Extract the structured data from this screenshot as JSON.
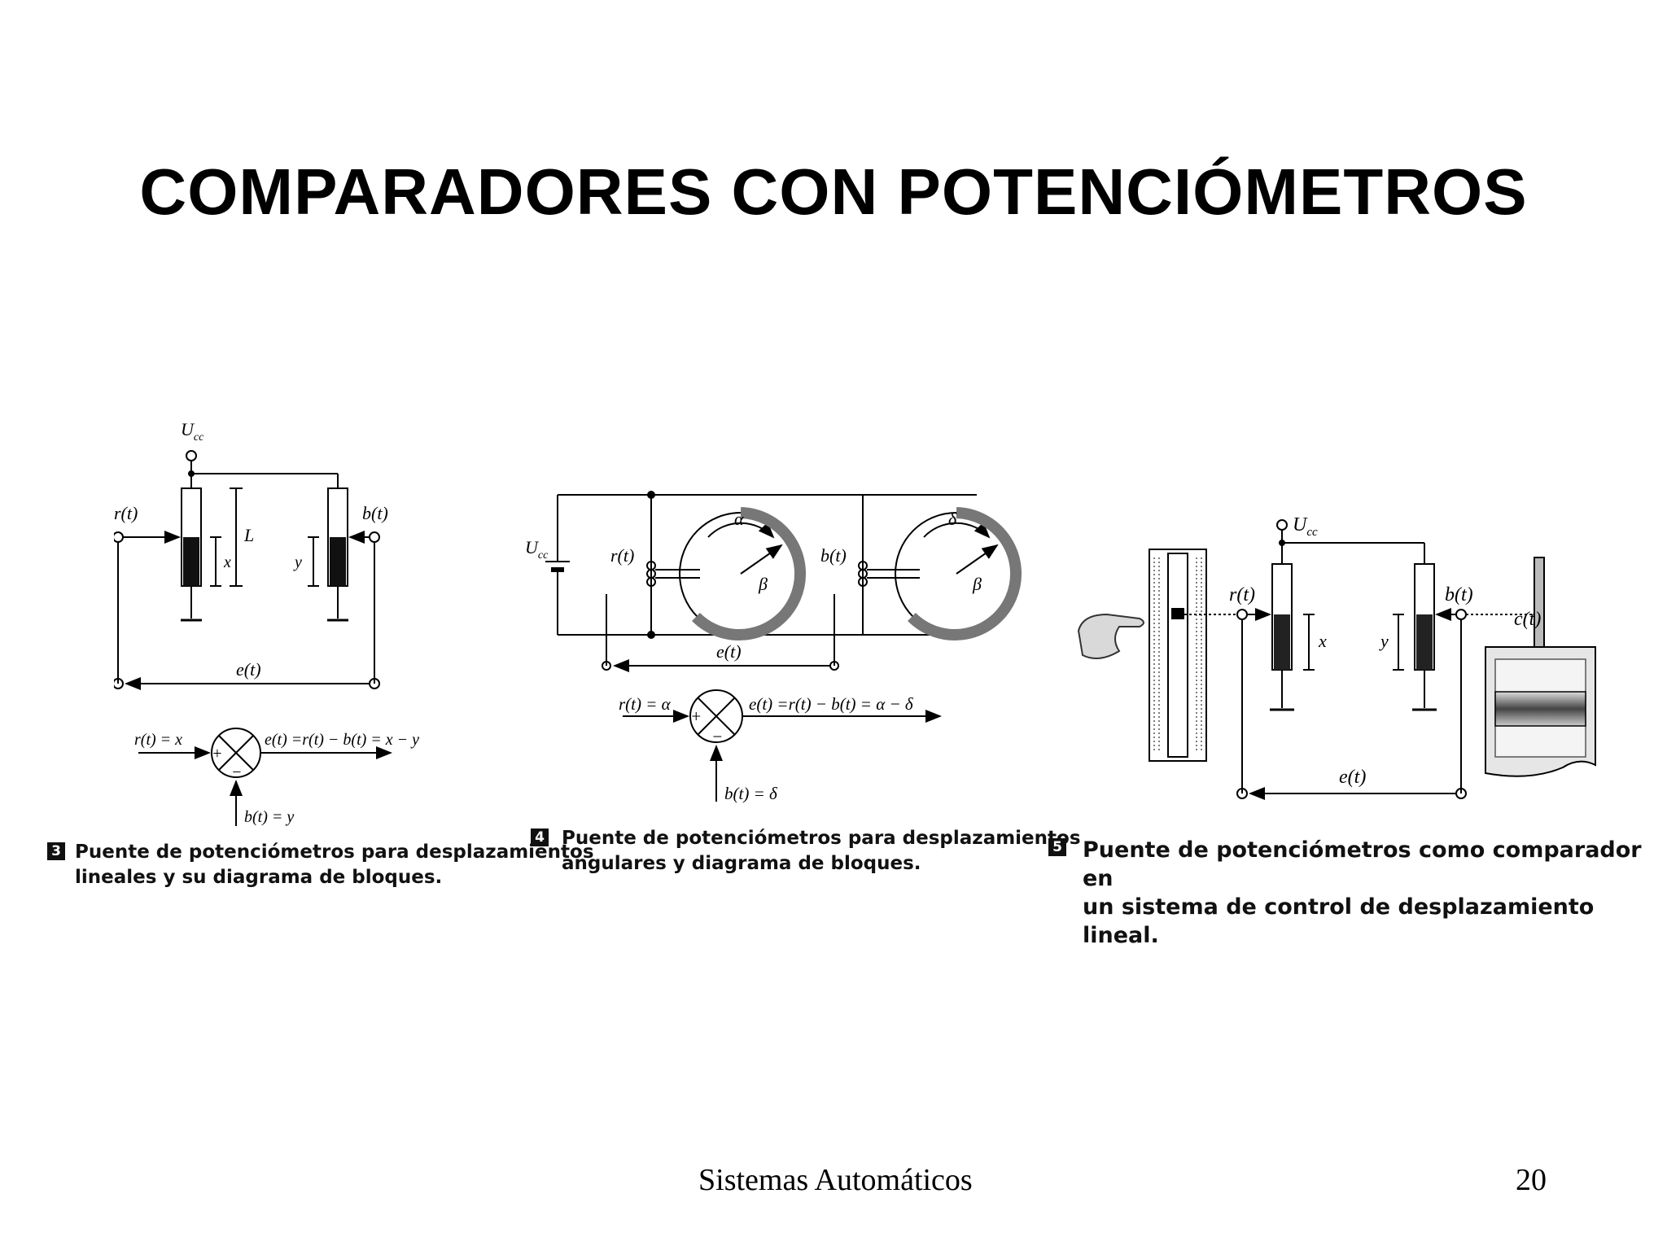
{
  "slide": {
    "title": "COMPARADORES CON POTENCIÓMETROS",
    "footer_text": "Sistemas Automáticos",
    "page_number": "20"
  },
  "figures": [
    {
      "number": "3",
      "caption_line1": "Puente de potenciómetros para desplazamientos",
      "caption_line2": "lineales y su diagrama de bloques.",
      "labels": {
        "supply": "U",
        "supply_sub": "cc",
        "reference": "r(t)",
        "feedback": "b(t)",
        "length": "L",
        "disp_x": "x",
        "disp_y": "y",
        "error": "e(t)",
        "block_input": "r(t) = x",
        "block_output": "e(t) =r(t) − b(t) = x − y",
        "block_feedback": "b(t) = y",
        "plus": "+",
        "minus": "−"
      }
    },
    {
      "number": "4",
      "caption_line1": "Puente de potenciómetros para desplazamientos",
      "caption_line2": "angulares y diagrama de bloques.",
      "labels": {
        "supply": "U",
        "supply_sub": "cc",
        "reference": "r(t)",
        "feedback": "b(t)",
        "alpha": "α",
        "beta": "β",
        "delta": "δ",
        "error": "e(t)",
        "block_input": "r(t) = α",
        "block_output": "e(t) =r(t) − b(t) = α − δ",
        "block_feedback": "b(t) = δ",
        "plus": "+",
        "minus": "−"
      }
    },
    {
      "number": "5",
      "caption_line1": "Puente de potenciómetros como comparador en",
      "caption_line2": "un sistema de control de desplazamiento lineal.",
      "labels": {
        "supply": "U",
        "supply_sub": "cc",
        "reference": "r(t)",
        "feedback": "b(t)",
        "output": "c(t)",
        "disp_x": "x",
        "disp_y": "y",
        "error": "e(t)"
      }
    }
  ]
}
